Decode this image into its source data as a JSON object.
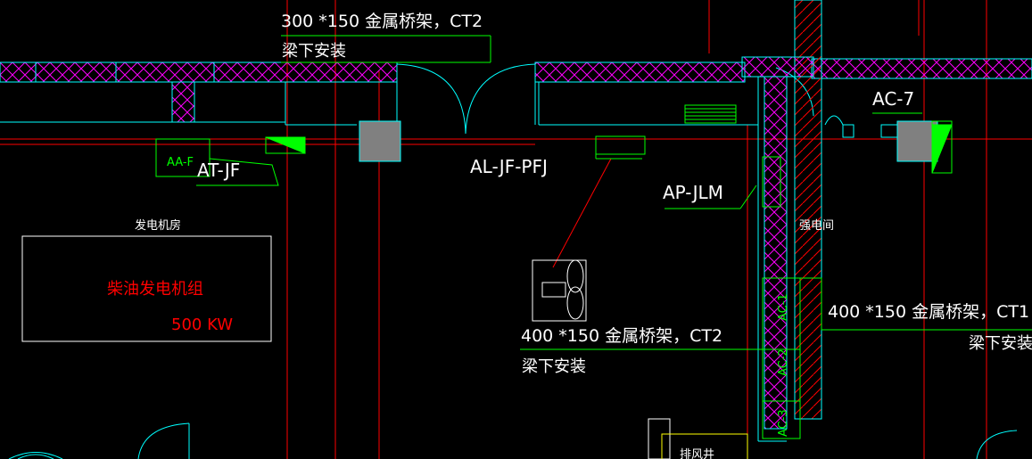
{
  "labels": {
    "tray_top_spec": "300 *150 金属桥架，CT2",
    "tray_top_note": "梁下安装",
    "tray_mid_spec": "400 *150 金属桥架，CT2",
    "tray_mid_note": "梁下安装",
    "tray_right_spec": "400 *150 金属桥架，CT1",
    "tray_right_note": "梁下安装",
    "panel_aaf": "AA-F",
    "panel_atjf": "AT-JF",
    "panel_aljfpfj": "AL-JF-PFJ",
    "panel_apjlm": "AP-JLM",
    "panel_ac7": "AC-7",
    "panel_ac1": "AC-1",
    "panel_ac2": "AC-2",
    "panel_ac3": "AC-3",
    "room_generator": "发电机房",
    "room_electrical": "强电间",
    "generator_name": "柴油发电机组",
    "generator_power": "500 KW",
    "room_exhaust": "排风井"
  },
  "colors": {
    "wall_outline": "#00ffff",
    "wall_hatch": "#ff00ff",
    "shaft_hatch": "#ff0000",
    "axis_line": "#ff0000",
    "panel": "#00ff00",
    "tray_label": "#ffffff",
    "column_fill": "#808080",
    "generator_text": "#ff0000",
    "furniture": "#ffff00"
  }
}
